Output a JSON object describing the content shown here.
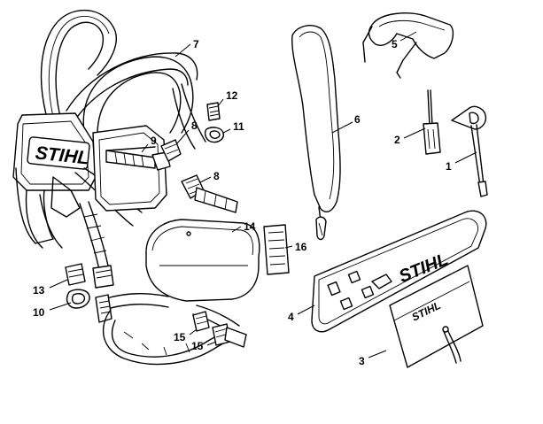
{
  "diagram": {
    "brand_logo_text": "STIHL",
    "callouts": {
      "c1": "1",
      "c2": "2",
      "c3": "3",
      "c4": "4",
      "c5": "5",
      "c6": "6",
      "c7": "7",
      "c8a": "8",
      "c8b": "8",
      "c9": "9",
      "c10": "10",
      "c11": "11",
      "c12": "12",
      "c13": "13",
      "c14": "14",
      "c15a": "15",
      "c15b": "15",
      "c16": "16"
    }
  }
}
